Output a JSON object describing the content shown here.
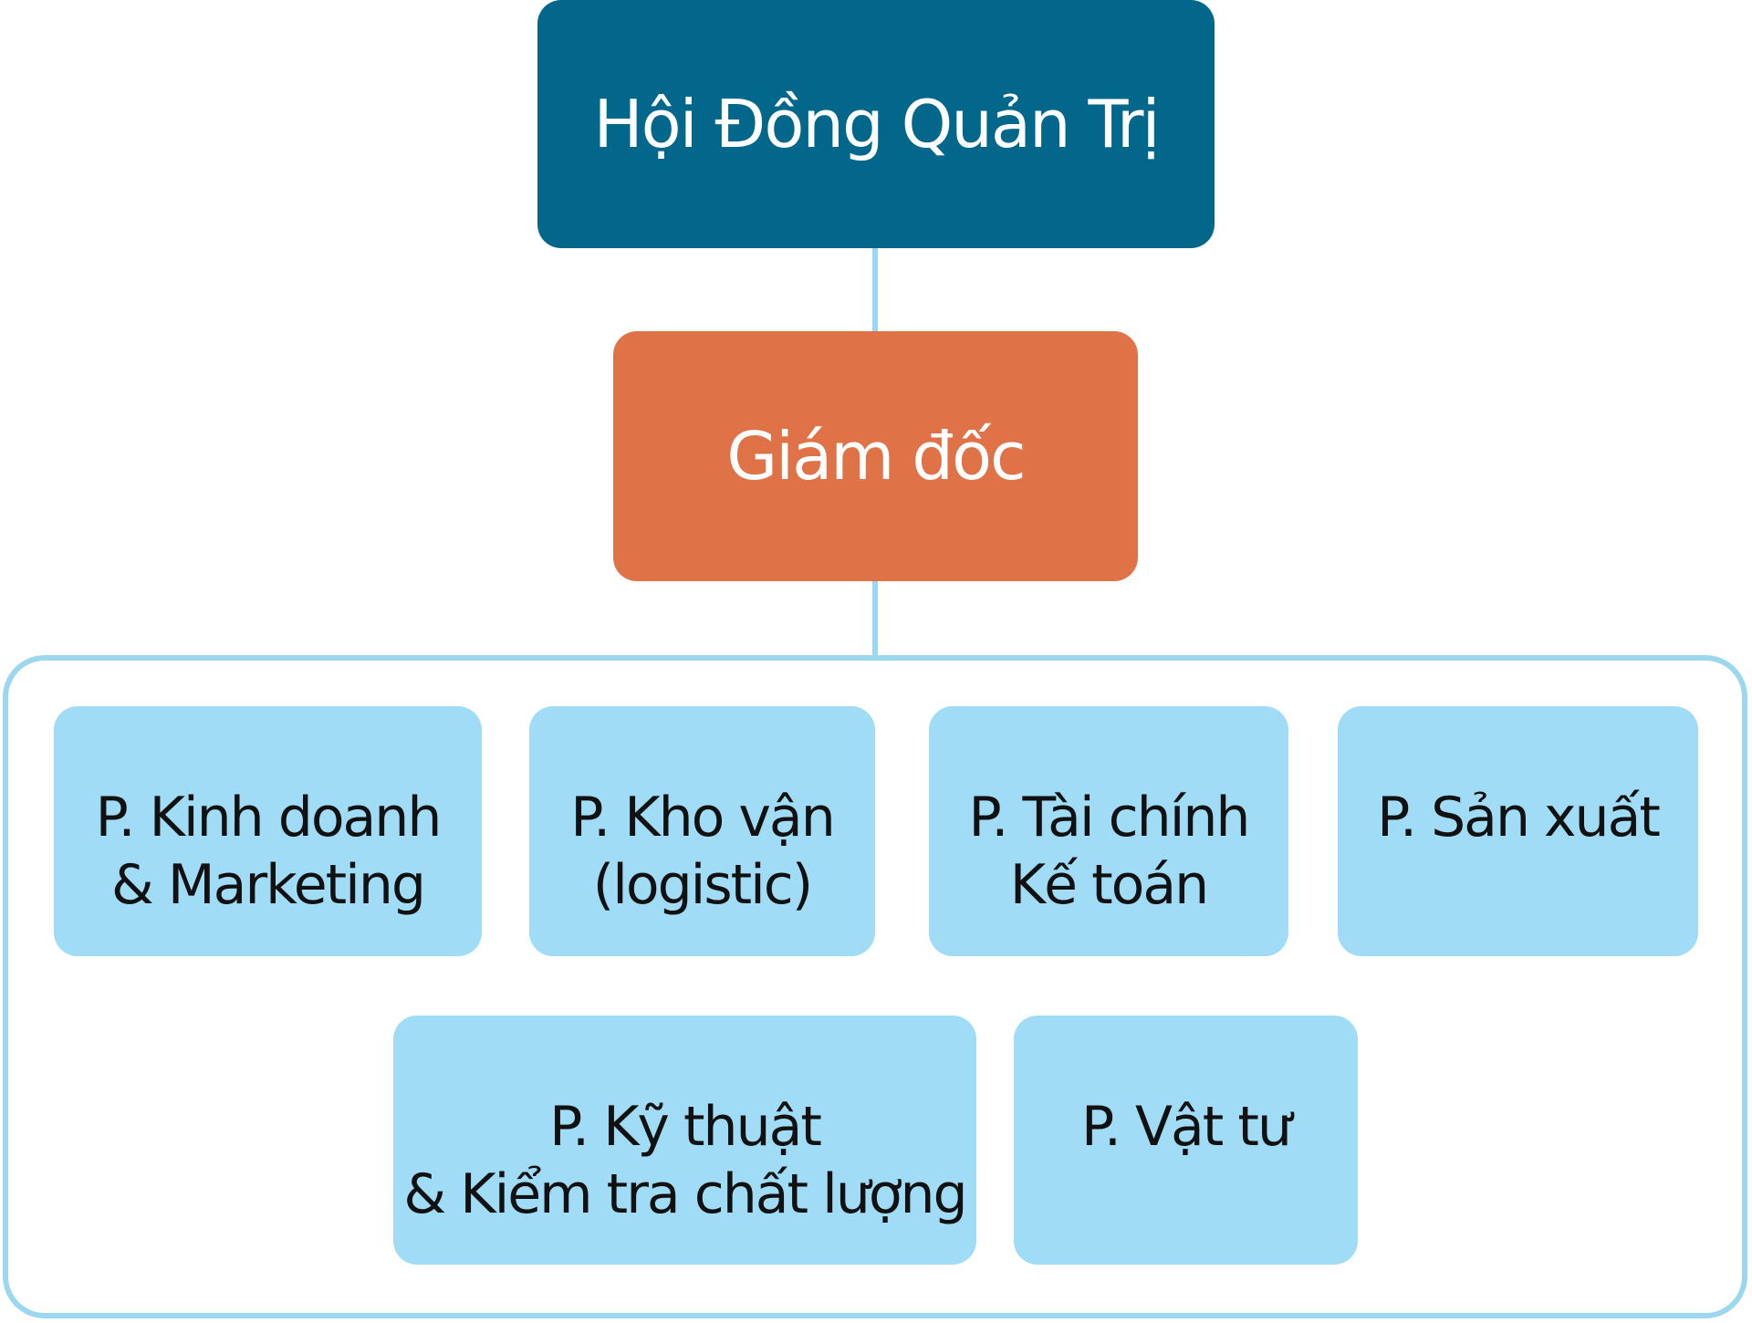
{
  "board": {
    "label": "Hội Đồng Quản Trị",
    "color": "#02678A"
  },
  "director": {
    "label": "Giám đốc",
    "color": "#E07248"
  },
  "departments": [
    {
      "lines": [
        "P. Kinh doanh",
        "& Marketing"
      ]
    },
    {
      "lines": [
        "P. Kho vận",
        "(logistic)"
      ]
    },
    {
      "lines": [
        "P. Tài chính",
        "Kế toán"
      ]
    },
    {
      "lines": [
        "P. Sản xuất"
      ]
    },
    {
      "lines": [
        "P. Kỹ thuật",
        "& Kiểm tra chất lượng"
      ]
    },
    {
      "lines": [
        "P. Vật tư"
      ]
    }
  ],
  "colors": {
    "department": "#A0DCF6",
    "connector": "#9BD8F0"
  }
}
